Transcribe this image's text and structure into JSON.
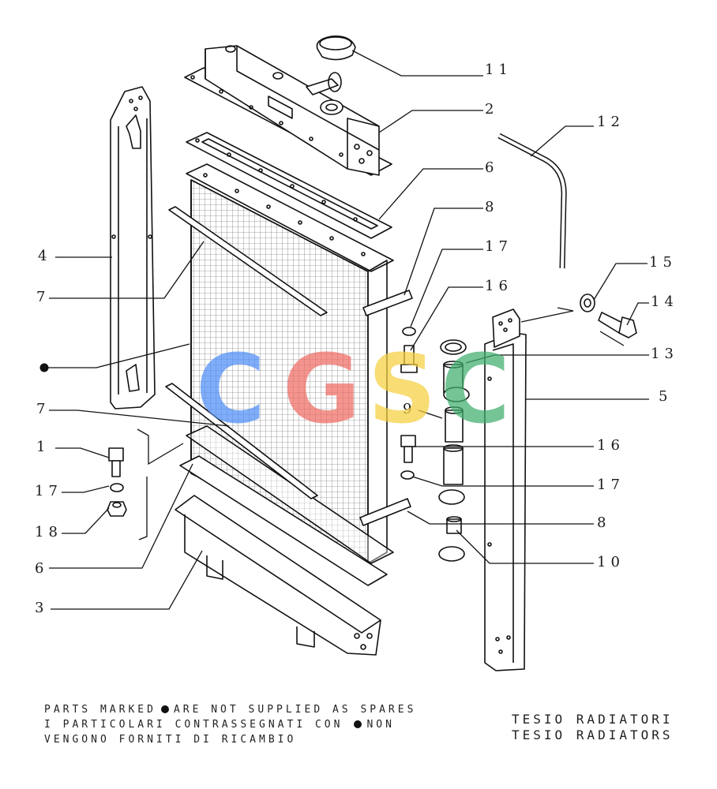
{
  "labels": {
    "p11": "11",
    "p2": "2",
    "p6_top": "6",
    "p12": "12",
    "p8_top": "8",
    "p17_top": "17",
    "p15": "15",
    "p16_top": "16",
    "p14": "14",
    "p13": "13",
    "p5": "5",
    "p9": "9",
    "p16_mid": "16",
    "p17_mid": "17",
    "p8_mid": "8",
    "p10": "10",
    "p4": "4",
    "p7_top": "7",
    "p7_mid": "7",
    "p1": "1",
    "p17_left": "17",
    "p18": "18",
    "p6_bottom": "6",
    "p3": "3"
  },
  "watermark": {
    "letters": [
      "C",
      "G",
      "S",
      "C"
    ],
    "colors": [
      "#4f8ef7",
      "#ef6b63",
      "#f6cf3f",
      "#3fae6d"
    ]
  },
  "notes": {
    "line1_a": "PARTS MARKED",
    "line1_b": "ARE NOT SUPPLIED AS SPARES",
    "line2_a": "I PARTICOLARI  CONTRASSEGNATI  CON",
    "line2_b": "NON",
    "line3": "VENGONO FORNITI DI RICAMBIO"
  },
  "title": {
    "line1": "TESIO RADIATORI",
    "line2": "TESIO RADIATORS"
  }
}
